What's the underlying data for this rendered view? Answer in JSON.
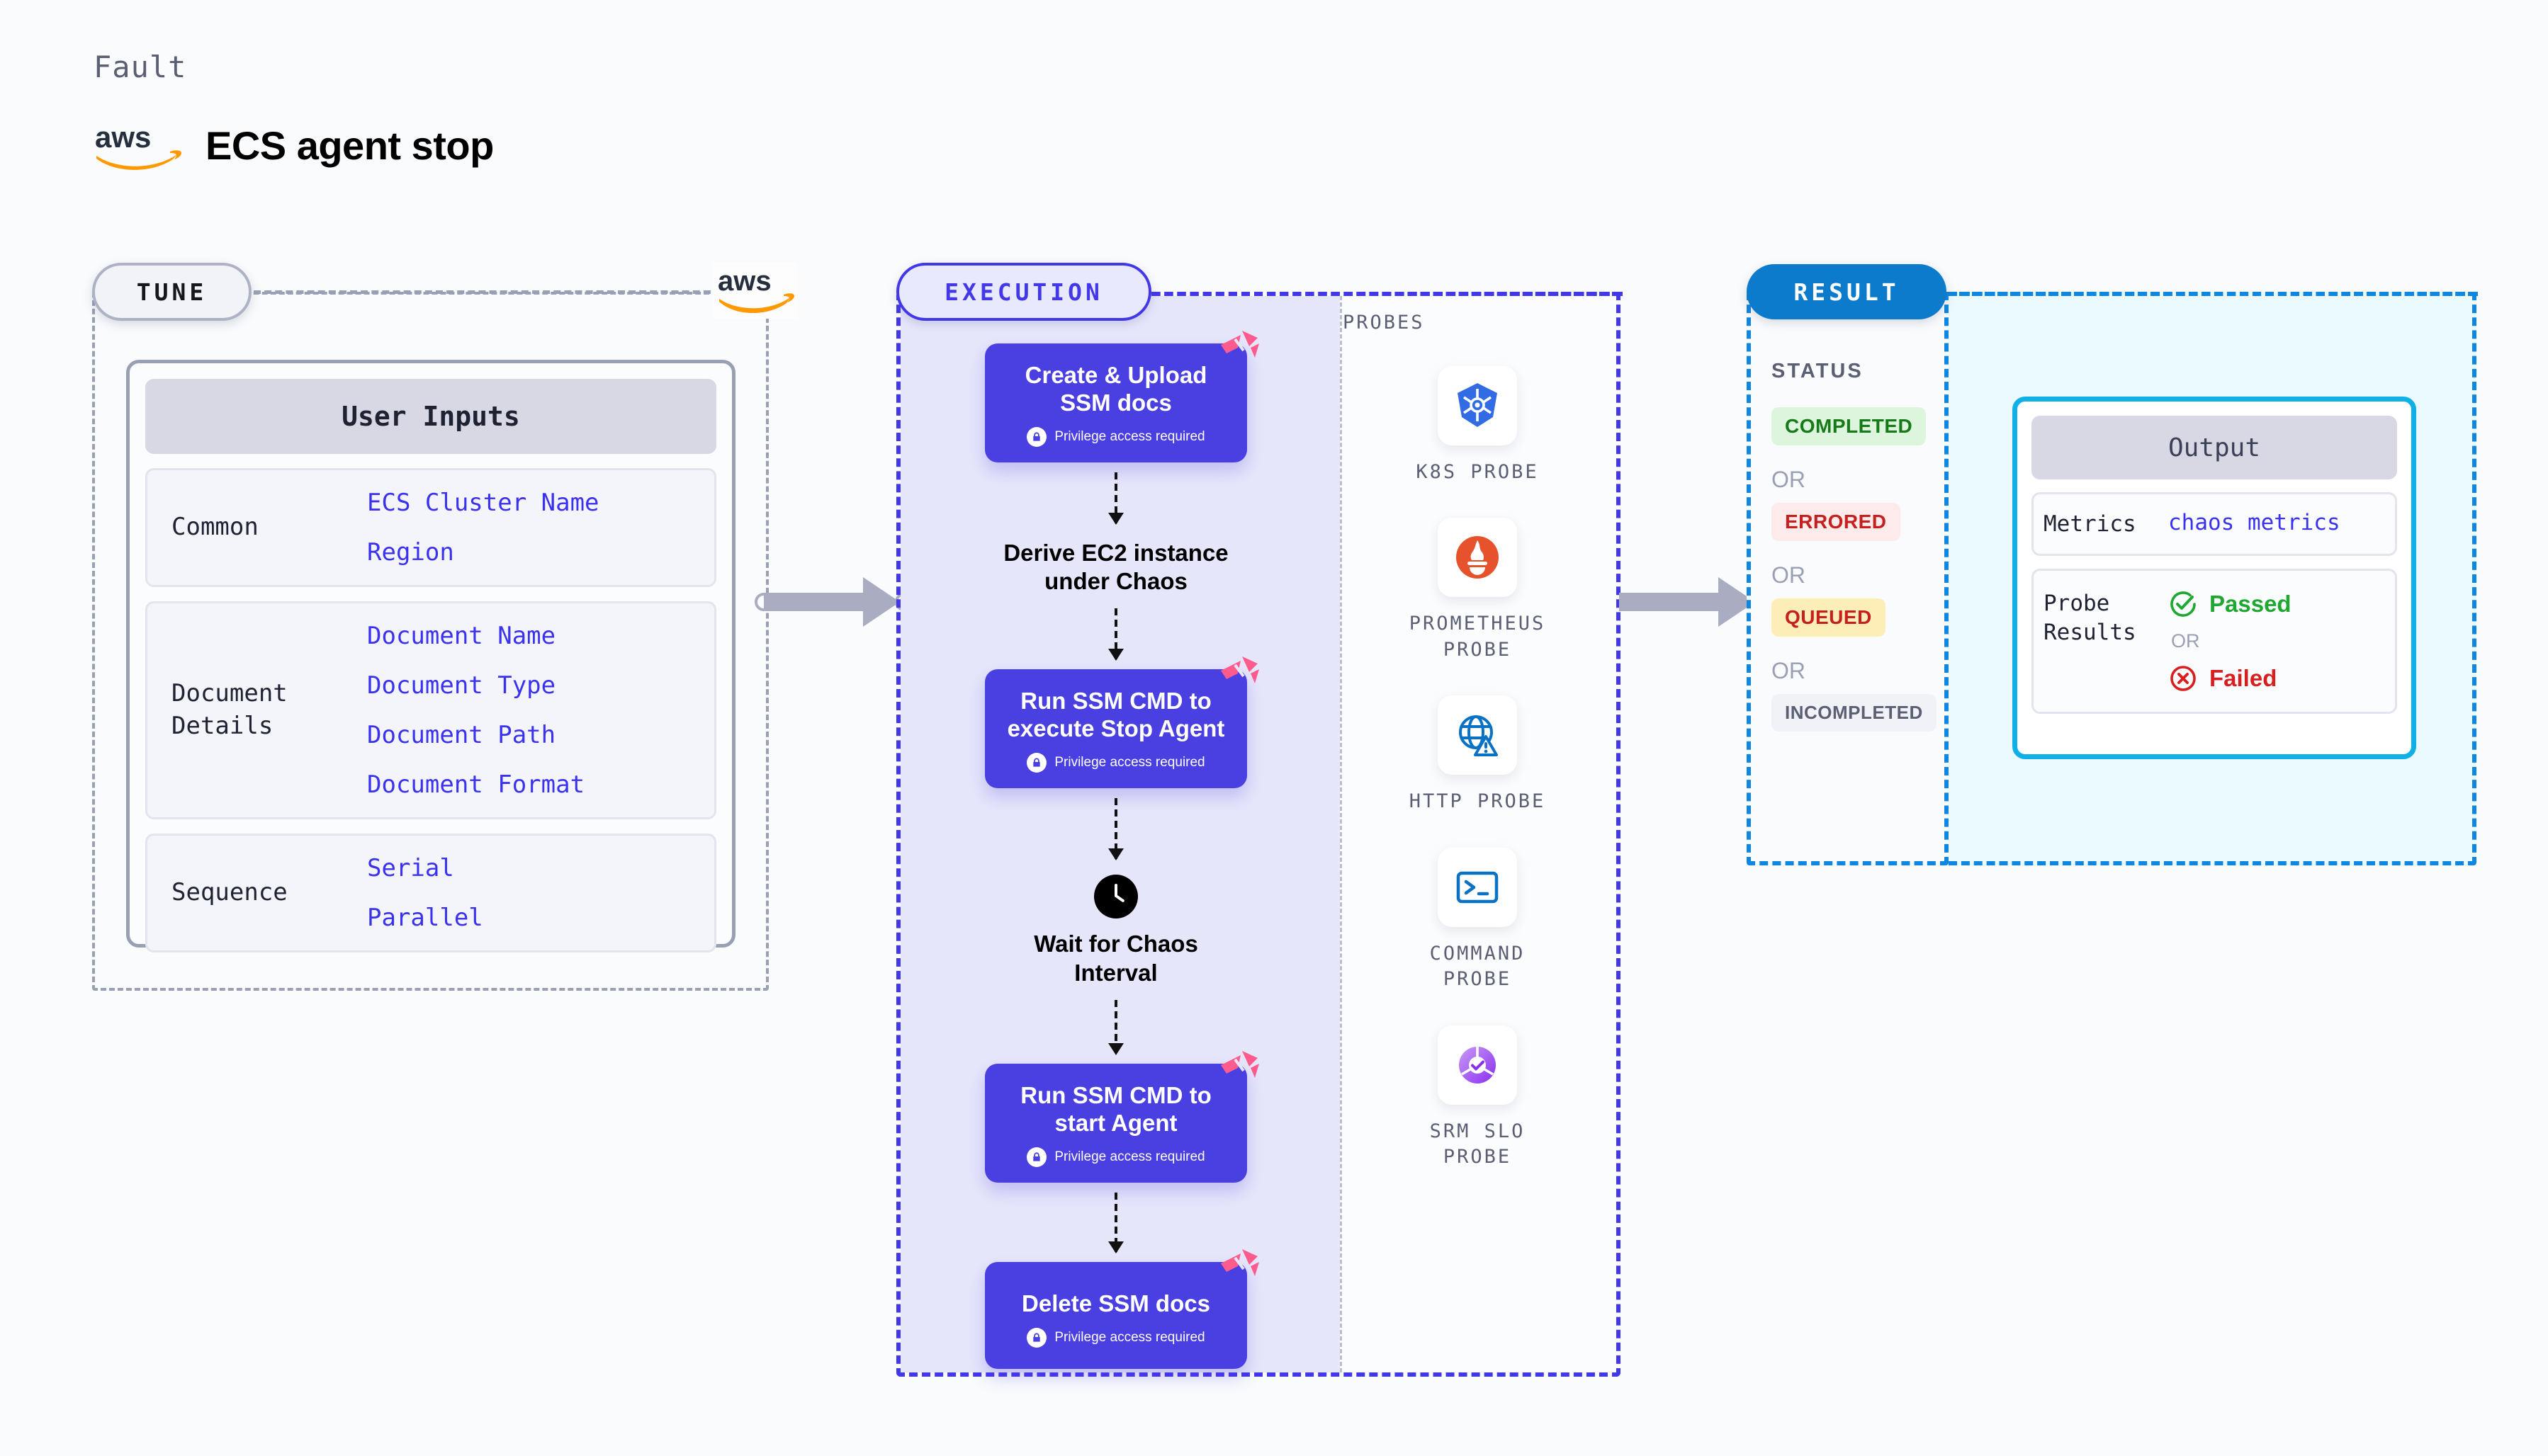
{
  "header": {
    "eyebrow": "Fault",
    "logo_alt": "aws-logo",
    "title": "ECS agent stop"
  },
  "colors": {
    "execution_purple": "#4a3fe0",
    "execution_fill": "#e6e6fb",
    "result_blue": "#0d7bcc",
    "output_border": "#0fb0e8",
    "output_fill": "#eafaff",
    "tune_grey": "#9aa0b4",
    "value_blue": "#3b32f0",
    "litmus_pink": "#ff5c8d",
    "arrow_grey": "#aaadc2"
  },
  "tune": {
    "badge": "TUNE",
    "card_title": "User Inputs",
    "sections": [
      {
        "label": "Common",
        "values": [
          "ECS Cluster Name",
          "Region"
        ]
      },
      {
        "label": "Document\nDetails",
        "values": [
          "Document Name",
          "Document Type",
          "Document Path",
          "Document Format"
        ]
      },
      {
        "label": "Sequence",
        "values": [
          "Serial",
          "Parallel"
        ]
      }
    ]
  },
  "execution": {
    "badge": "EXECUTION",
    "privilege_note": "Privilege access required",
    "steps": [
      {
        "type": "node",
        "title": "Create & Upload\nSSM docs",
        "privileged": true,
        "litmus_flag": true
      },
      {
        "type": "plain",
        "title": "Derive EC2 instance\nunder Chaos",
        "icon": null
      },
      {
        "type": "node",
        "title": "Run SSM CMD to\nexecute Stop Agent",
        "privileged": true,
        "litmus_flag": true
      },
      {
        "type": "plain",
        "title": "Wait for Chaos\nInterval",
        "icon": "clock-icon"
      },
      {
        "type": "node",
        "title": "Run SSM CMD to\nstart Agent",
        "privileged": true,
        "litmus_flag": true
      },
      {
        "type": "node",
        "title": "Delete SSM docs",
        "privileged": true,
        "litmus_flag": true
      }
    ]
  },
  "probes": {
    "title": "PROBES",
    "items": [
      {
        "icon": "kubernetes-icon",
        "label": "K8S PROBE"
      },
      {
        "icon": "prometheus-icon",
        "label": "PROMETHEUS\nPROBE"
      },
      {
        "icon": "http-globe-icon",
        "label": "HTTP PROBE"
      },
      {
        "icon": "terminal-icon",
        "label": "COMMAND\nPROBE"
      },
      {
        "icon": "srm-slo-icon",
        "label": "SRM SLO\nPROBE"
      }
    ]
  },
  "result": {
    "badge": "RESULT",
    "status_title": "STATUS",
    "or_label": "OR",
    "statuses": [
      {
        "label": "COMPLETED",
        "bg": "#dcf5dc",
        "fg": "#157a17"
      },
      {
        "label": "ERRORED",
        "bg": "#fdeaea",
        "fg": "#c61f1f"
      },
      {
        "label": "QUEUED",
        "bg": "#fdeeb8",
        "fg": "#c61f1f"
      },
      {
        "label": "INCOMPLETED",
        "bg": "#f1f2f7",
        "fg": "#5b5f73"
      }
    ]
  },
  "output": {
    "card_title": "Output",
    "metrics_label": "Metrics",
    "metrics_value": "chaos metrics",
    "probe_results_label": "Probe\nResults",
    "passed_label": "Passed",
    "failed_label": "Failed",
    "or_label": "OR",
    "passed_color": "#1ea832",
    "failed_color": "#d81f1f"
  }
}
